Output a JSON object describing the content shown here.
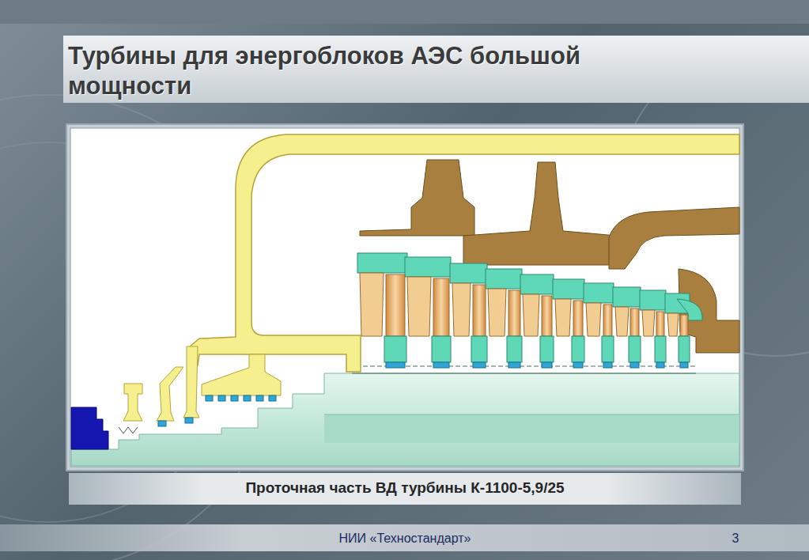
{
  "diagram": {
    "title": "Турбины для энергоблоков АЭС большой мощности",
    "caption": "Проточная часть ВД турбины К-1100-5,9/25",
    "labels": [
      "НИИ «Техностандарт»",
      "3"
    ]
  }
}
